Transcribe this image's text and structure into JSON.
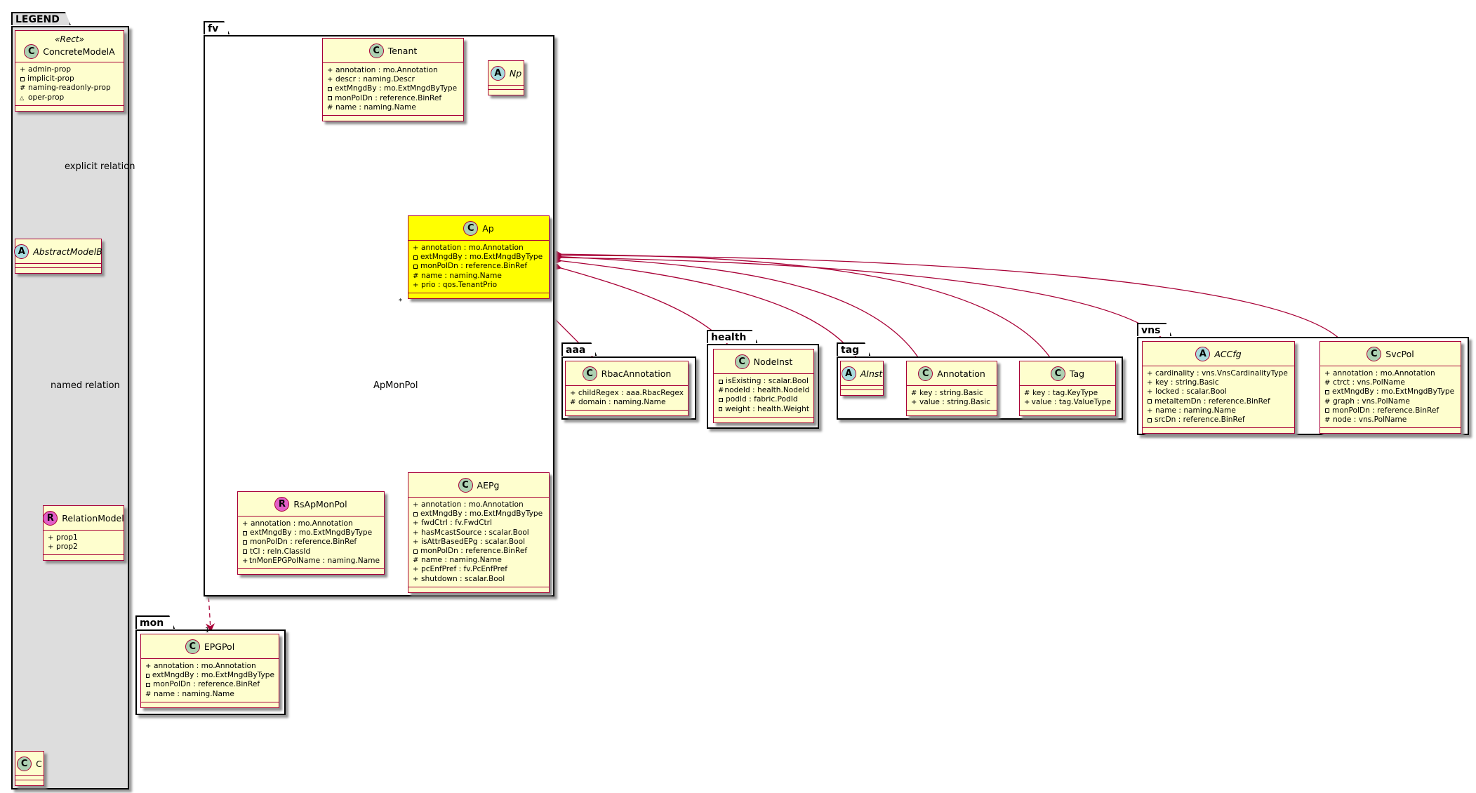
{
  "packages": {
    "legend": "LEGEND",
    "fv": "fv",
    "aaa": "aaa",
    "health": "health",
    "tag": "tag",
    "vns": "vns",
    "mon": "mon"
  },
  "legend": {
    "concrete": {
      "stereotype": "«Rect»",
      "name": "ConcreteModelA",
      "attrs": [
        "admin-prop",
        "implicit-prop",
        "naming-readonly-prop",
        "oper-prop"
      ]
    },
    "abstract": {
      "name": "AbstractModelB"
    },
    "relation": {
      "name": "RelationModel",
      "attrs": [
        "prop1",
        "prop2"
      ]
    },
    "c": {
      "name": "C"
    },
    "explicit_relation": "explicit relation",
    "named_relation": "named relation"
  },
  "classes": {
    "tenant": {
      "name": "Tenant",
      "attrs": [
        "annotation : mo.Annotation",
        "descr : naming.Descr",
        "extMngdBy : mo.ExtMngdByType",
        "monPolDn : reference.BinRef",
        "name : naming.Name"
      ]
    },
    "np": {
      "name": "Np"
    },
    "ap": {
      "name": "Ap",
      "attrs": [
        "annotation : mo.Annotation",
        "extMngdBy : mo.ExtMngdByType",
        "monPolDn : reference.BinRef",
        "name : naming.Name",
        "prio : qos.TenantPrio"
      ]
    },
    "rsapmonpol": {
      "name": "RsApMonPol",
      "attrs": [
        "annotation : mo.Annotation",
        "extMngdBy : mo.ExtMngdByType",
        "monPolDn : reference.BinRef",
        "tCl : reln.ClassId",
        "tnMonEPGPolName : naming.Name"
      ]
    },
    "aepg": {
      "name": "AEPg",
      "attrs": [
        "annotation : mo.Annotation",
        "extMngdBy : mo.ExtMngdByType",
        "fwdCtrl : fv.FwdCtrl",
        "hasMcastSource : scalar.Bool",
        "isAttrBasedEPg : scalar.Bool",
        "monPolDn : reference.BinRef",
        "name : naming.Name",
        "pcEnfPref : fv.PcEnfPref",
        "shutdown : scalar.Bool"
      ]
    },
    "rbacannotation": {
      "name": "RbacAnnotation",
      "attrs": [
        "childRegex : aaa.RbacRegex",
        "domain : naming.Name"
      ]
    },
    "nodeinst": {
      "name": "NodeInst",
      "attrs": [
        "isExisting : scalar.Bool",
        "nodeId : health.NodeId",
        "podId : fabric.PodId",
        "weight : health.Weight"
      ]
    },
    "ainst": {
      "name": "AInst"
    },
    "annotation": {
      "name": "Annotation",
      "attrs": [
        "key : string.Basic",
        "value : string.Basic"
      ]
    },
    "tag": {
      "name": "Tag",
      "attrs": [
        "key : tag.KeyType",
        "value : tag.ValueType"
      ]
    },
    "accfg": {
      "name": "ACCfg",
      "attrs": [
        "cardinality : vns.VnsCardinalityType",
        "key : string.Basic",
        "locked : scalar.Bool",
        "metaItemDn : reference.BinRef",
        "name : naming.Name",
        "srcDn : reference.BinRef"
      ]
    },
    "svcpol": {
      "name": "SvcPol",
      "attrs": [
        "annotation : mo.Annotation",
        "ctrct : vns.PolName",
        "extMngdBy : mo.ExtMngdByType",
        "graph : vns.PolName",
        "monPolDn : reference.BinRef",
        "node : vns.PolName"
      ]
    },
    "epgpol": {
      "name": "EPGPol",
      "attrs": [
        "annotation : mo.Annotation",
        "extMngdBy : mo.ExtMngdByType",
        "monPolDn : reference.BinRef",
        "name : naming.Name"
      ]
    }
  },
  "edges": {
    "apmonpol_label": "ApMonPol",
    "mult_star": "*",
    "mult_one": "1"
  },
  "colors": {
    "line": "#a80036",
    "class_fill": "#fefece",
    "highlight": "#ffff00",
    "legend_fill": "#dddddd"
  }
}
